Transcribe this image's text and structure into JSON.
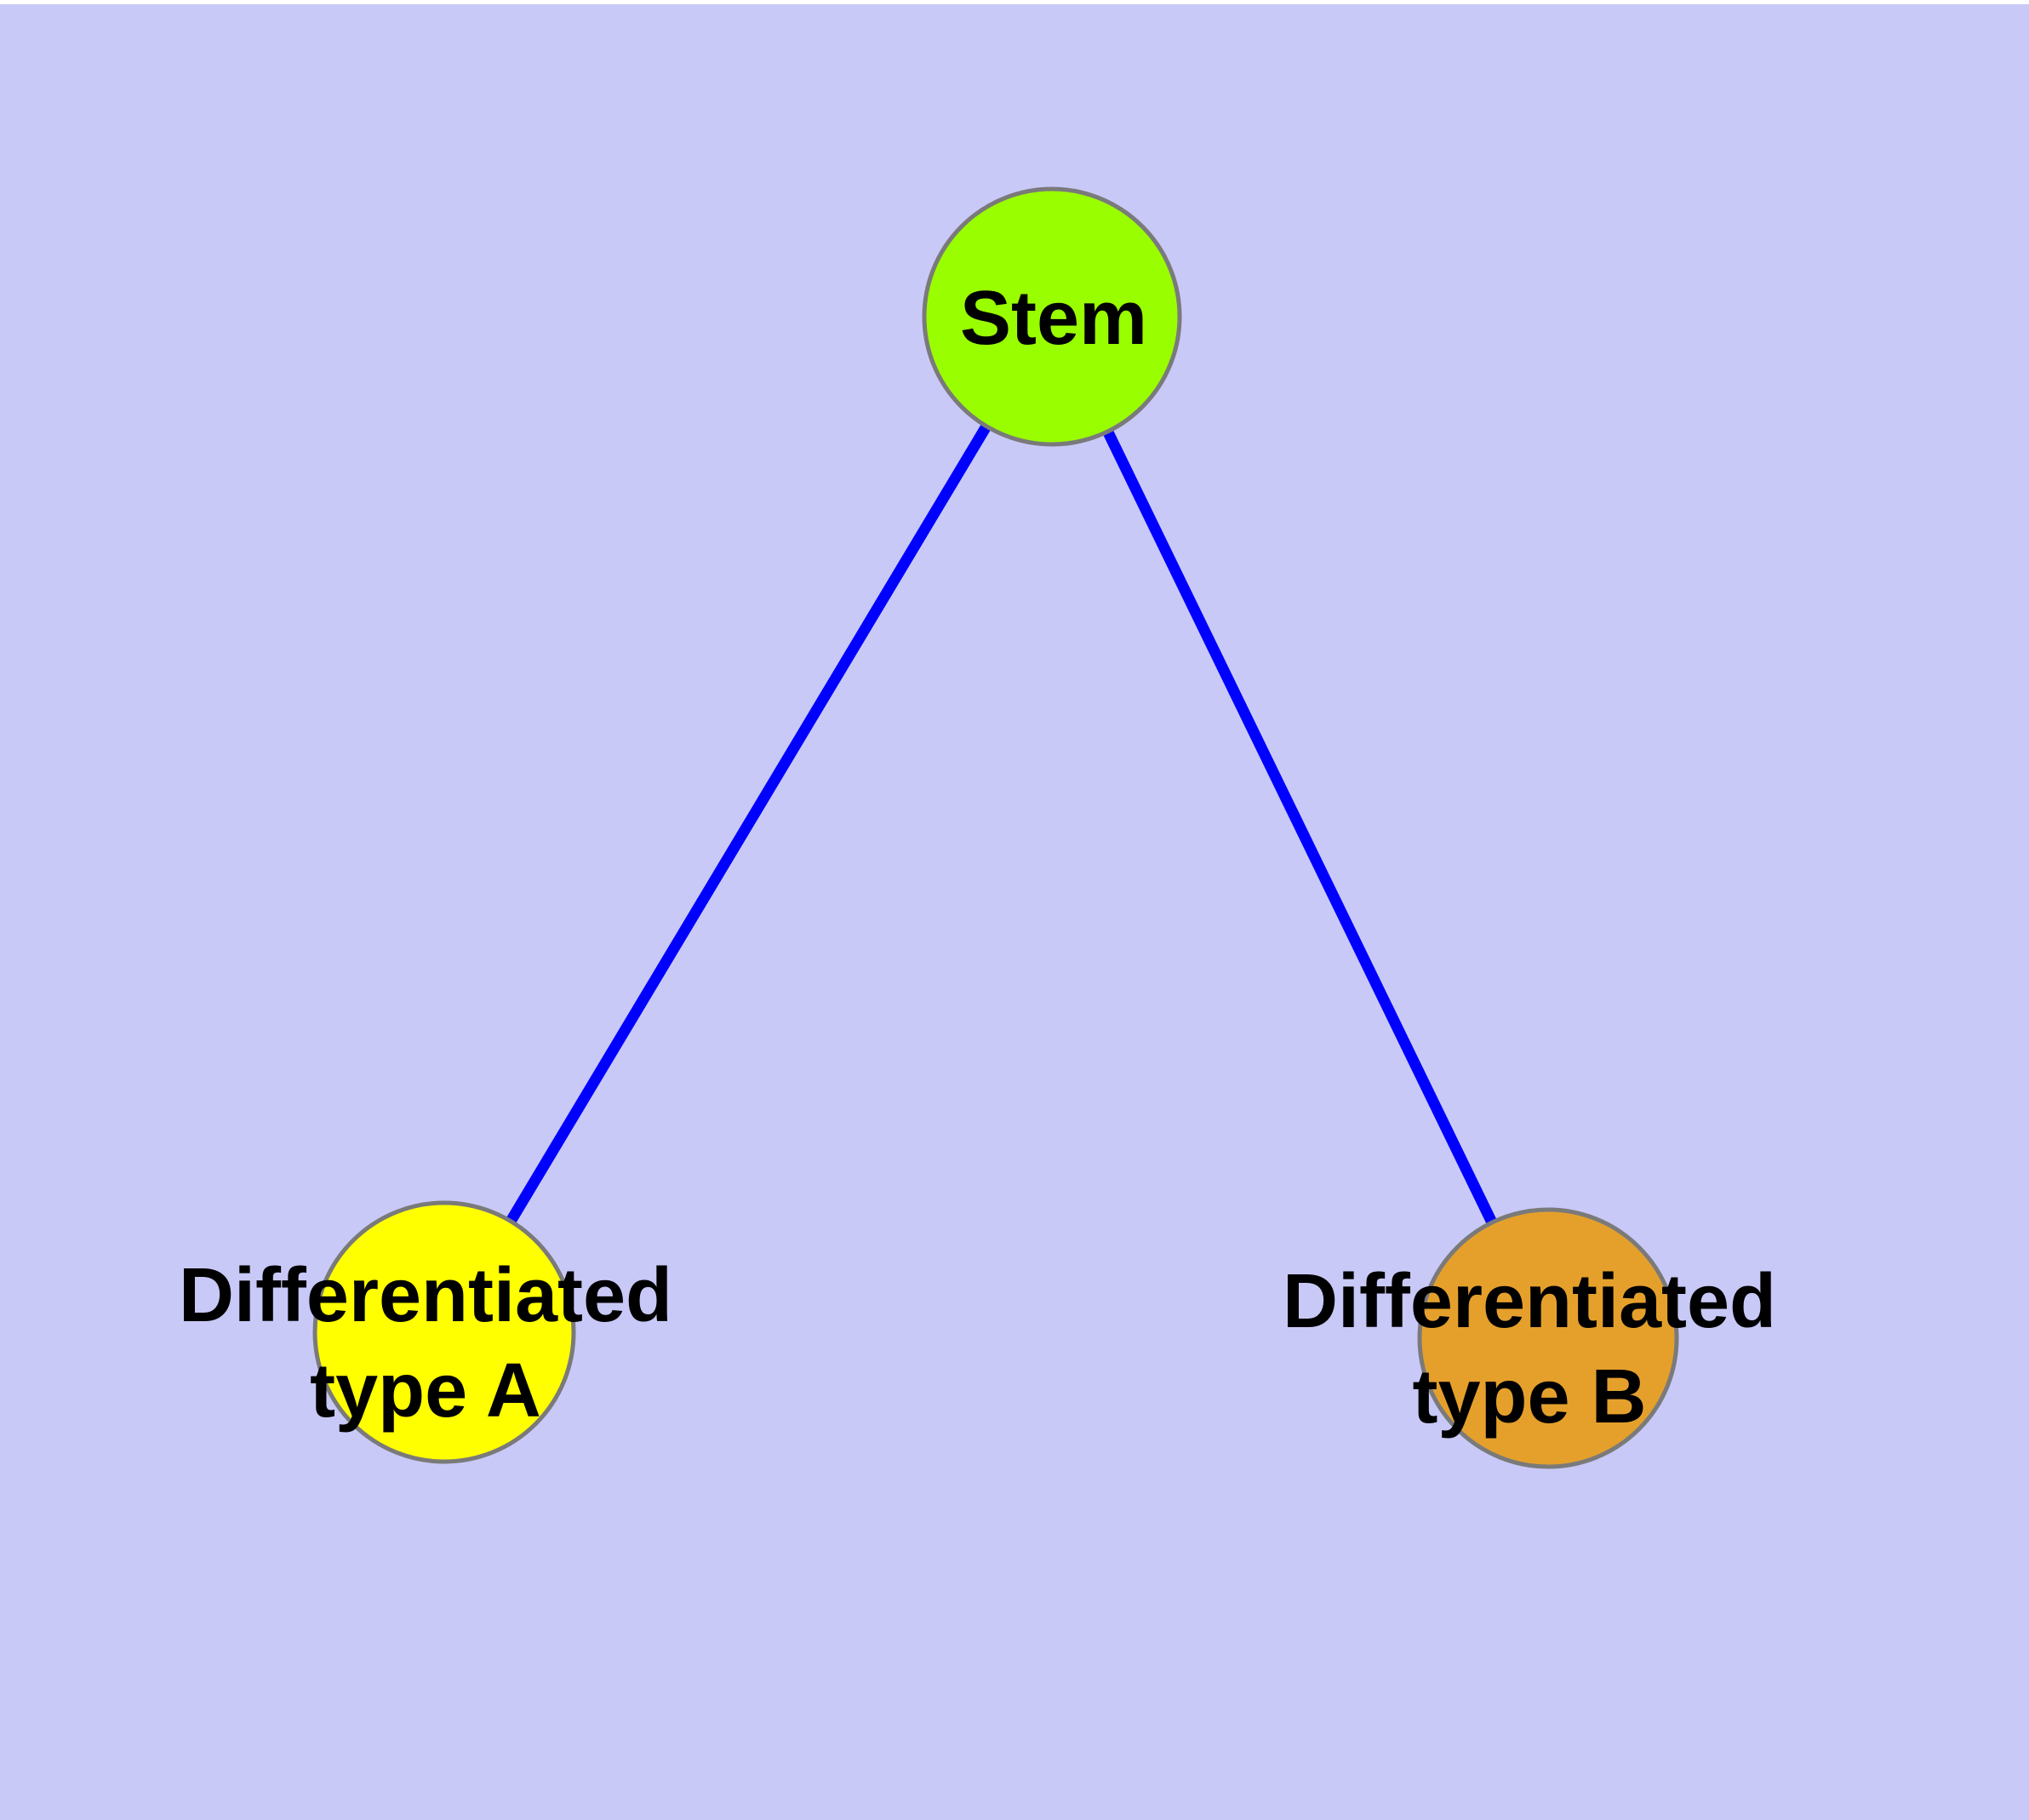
{
  "diagram": {
    "type": "graph",
    "background_color": "#c9c9f8",
    "top_margin_color": "#ffffff",
    "edge_color": "#0000ff",
    "node_border_color": "#7a7a7a",
    "label_color": "#000000",
    "nodes": [
      {
        "id": "stem",
        "label": "Stem",
        "fill": "#99fe00"
      },
      {
        "id": "differentiated-type-a",
        "label": "Differentiated type A",
        "label_line1": "Differentiated",
        "label_line2": "type A",
        "fill": "#ffff00"
      },
      {
        "id": "differentiated-type-b",
        "label": "Differentiated type B",
        "label_line1": "Differentiated",
        "label_line2": "type B",
        "fill": "#e5a02c"
      }
    ],
    "edges": [
      {
        "from": "stem",
        "to": "differentiated-type-a"
      },
      {
        "from": "stem",
        "to": "differentiated-type-b"
      }
    ]
  }
}
